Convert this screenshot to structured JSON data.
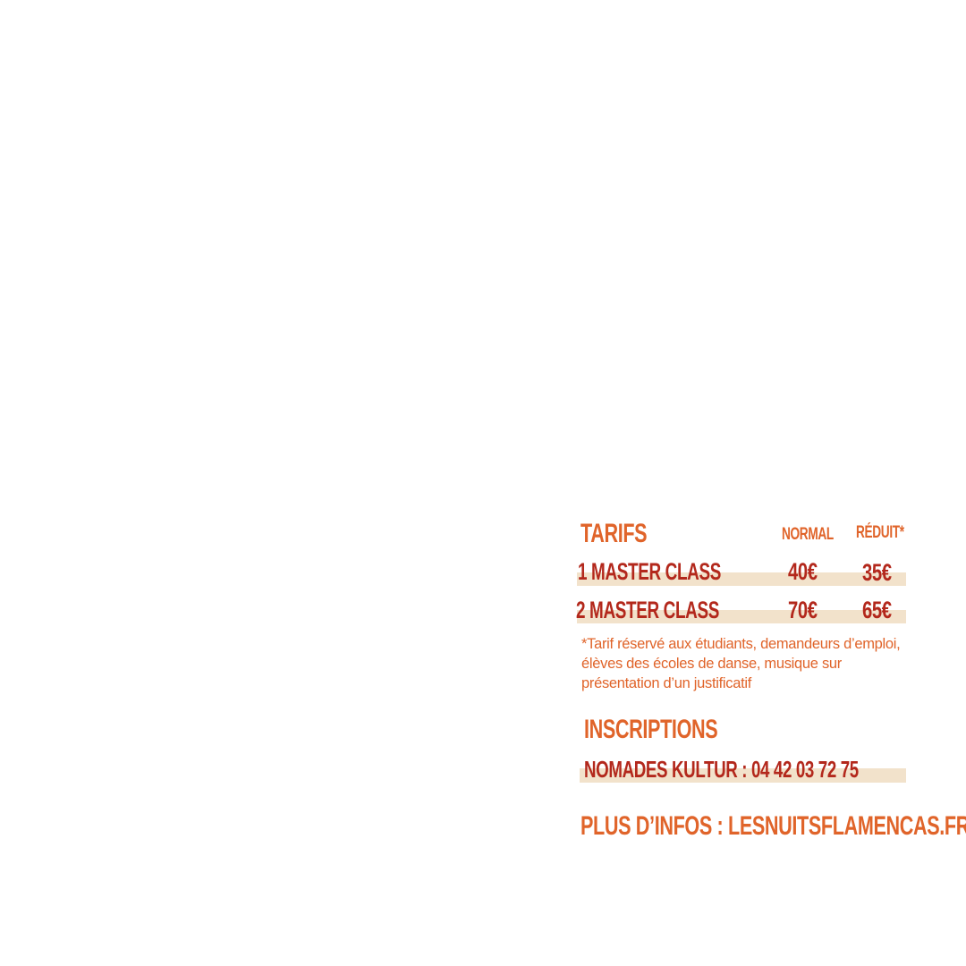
{
  "tarifs": {
    "title": "TARIFS",
    "col_normal": "NORMAL",
    "col_reduit": "RÉDUIT*",
    "rows": [
      {
        "label": "1 MASTER CLASS",
        "normal": "40€",
        "reduit": "35€"
      },
      {
        "label": "2 MASTER CLASS",
        "normal": "70€",
        "reduit": "65€"
      }
    ],
    "footnote": "*Tarif réservé aux étudiants, demandeurs d’emploi, élèves des écoles de danse, musique sur présentation d’un justificatif"
  },
  "inscriptions": {
    "title": "INSCRIPTIONS",
    "contact": "NOMADES KULTUR : 04 42 03 72 75"
  },
  "infos": {
    "text": "PLUS D’INFOS : LESNUITSFLAMENCAS.FR"
  },
  "colors": {
    "orange": "#e0642a",
    "dark_red": "#b3281c",
    "highlight": "#f2e2cb"
  }
}
